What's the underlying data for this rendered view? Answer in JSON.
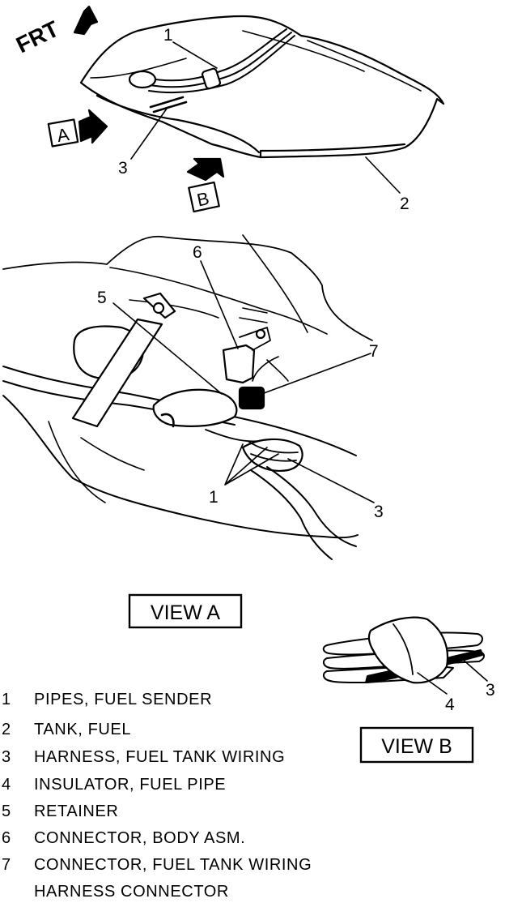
{
  "top_view": {
    "direction_label": "FRT",
    "view_a_marker": "A",
    "view_b_marker": "B",
    "callouts": [
      "1",
      "3",
      "2"
    ]
  },
  "view_a": {
    "title": "VIEW A",
    "callouts": [
      "6",
      "5",
      "7",
      "1",
      "3"
    ]
  },
  "view_b": {
    "title": "VIEW B",
    "callouts": [
      "4",
      "3"
    ]
  },
  "legend": [
    {
      "num": "1",
      "text": "PIPES, FUEL SENDER"
    },
    {
      "num": "2",
      "text": "TANK, FUEL"
    },
    {
      "num": "3",
      "text": "HARNESS, FUEL TANK WIRING"
    },
    {
      "num": "4",
      "text": "INSULATOR, FUEL PIPE"
    },
    {
      "num": "5",
      "text": "RETAINER"
    },
    {
      "num": "6",
      "text": "CONNECTOR, BODY ASM."
    },
    {
      "num": "7",
      "text": "CONNECTOR, FUEL TANK WIRING"
    }
  ],
  "legend_continuation": "HARNESS CONNECTOR"
}
